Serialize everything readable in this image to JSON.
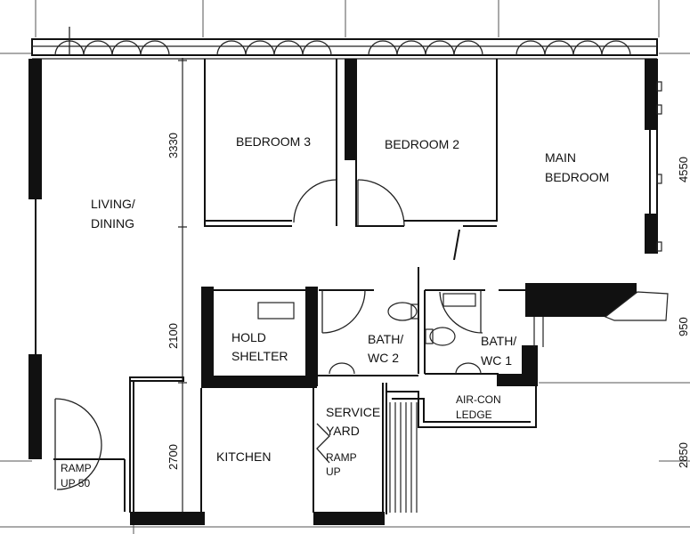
{
  "rooms": {
    "living_dining": [
      "LIVING/",
      "DINING"
    ],
    "bedroom3": "BEDROOM 3",
    "bedroom2": "BEDROOM 2",
    "main_bedroom": [
      "MAIN",
      "BEDROOM"
    ],
    "hold_shelter": [
      "HOLD",
      "SHELTER"
    ],
    "bath_wc2": [
      "BATH/",
      "WC 2"
    ],
    "bath_wc1": [
      "BATH/",
      "WC 1"
    ],
    "aircon_ledge": [
      "AIR-CON",
      "LEDGE"
    ],
    "service_yard": [
      "SERVICE",
      "YARD"
    ],
    "kitchen": "KITCHEN",
    "ramp_up_yard": [
      "RAMP",
      "UP"
    ],
    "ramp_up_entry": [
      "RAMP",
      "UP 50"
    ]
  },
  "dimensions": {
    "d3330": "3330",
    "d2100": "2100",
    "d2700": "2700",
    "d4550": "4550",
    "d950": "950",
    "d2850": "2850"
  },
  "colors": {
    "wall": "#111111",
    "line": "#222222",
    "background": "#ffffff"
  }
}
